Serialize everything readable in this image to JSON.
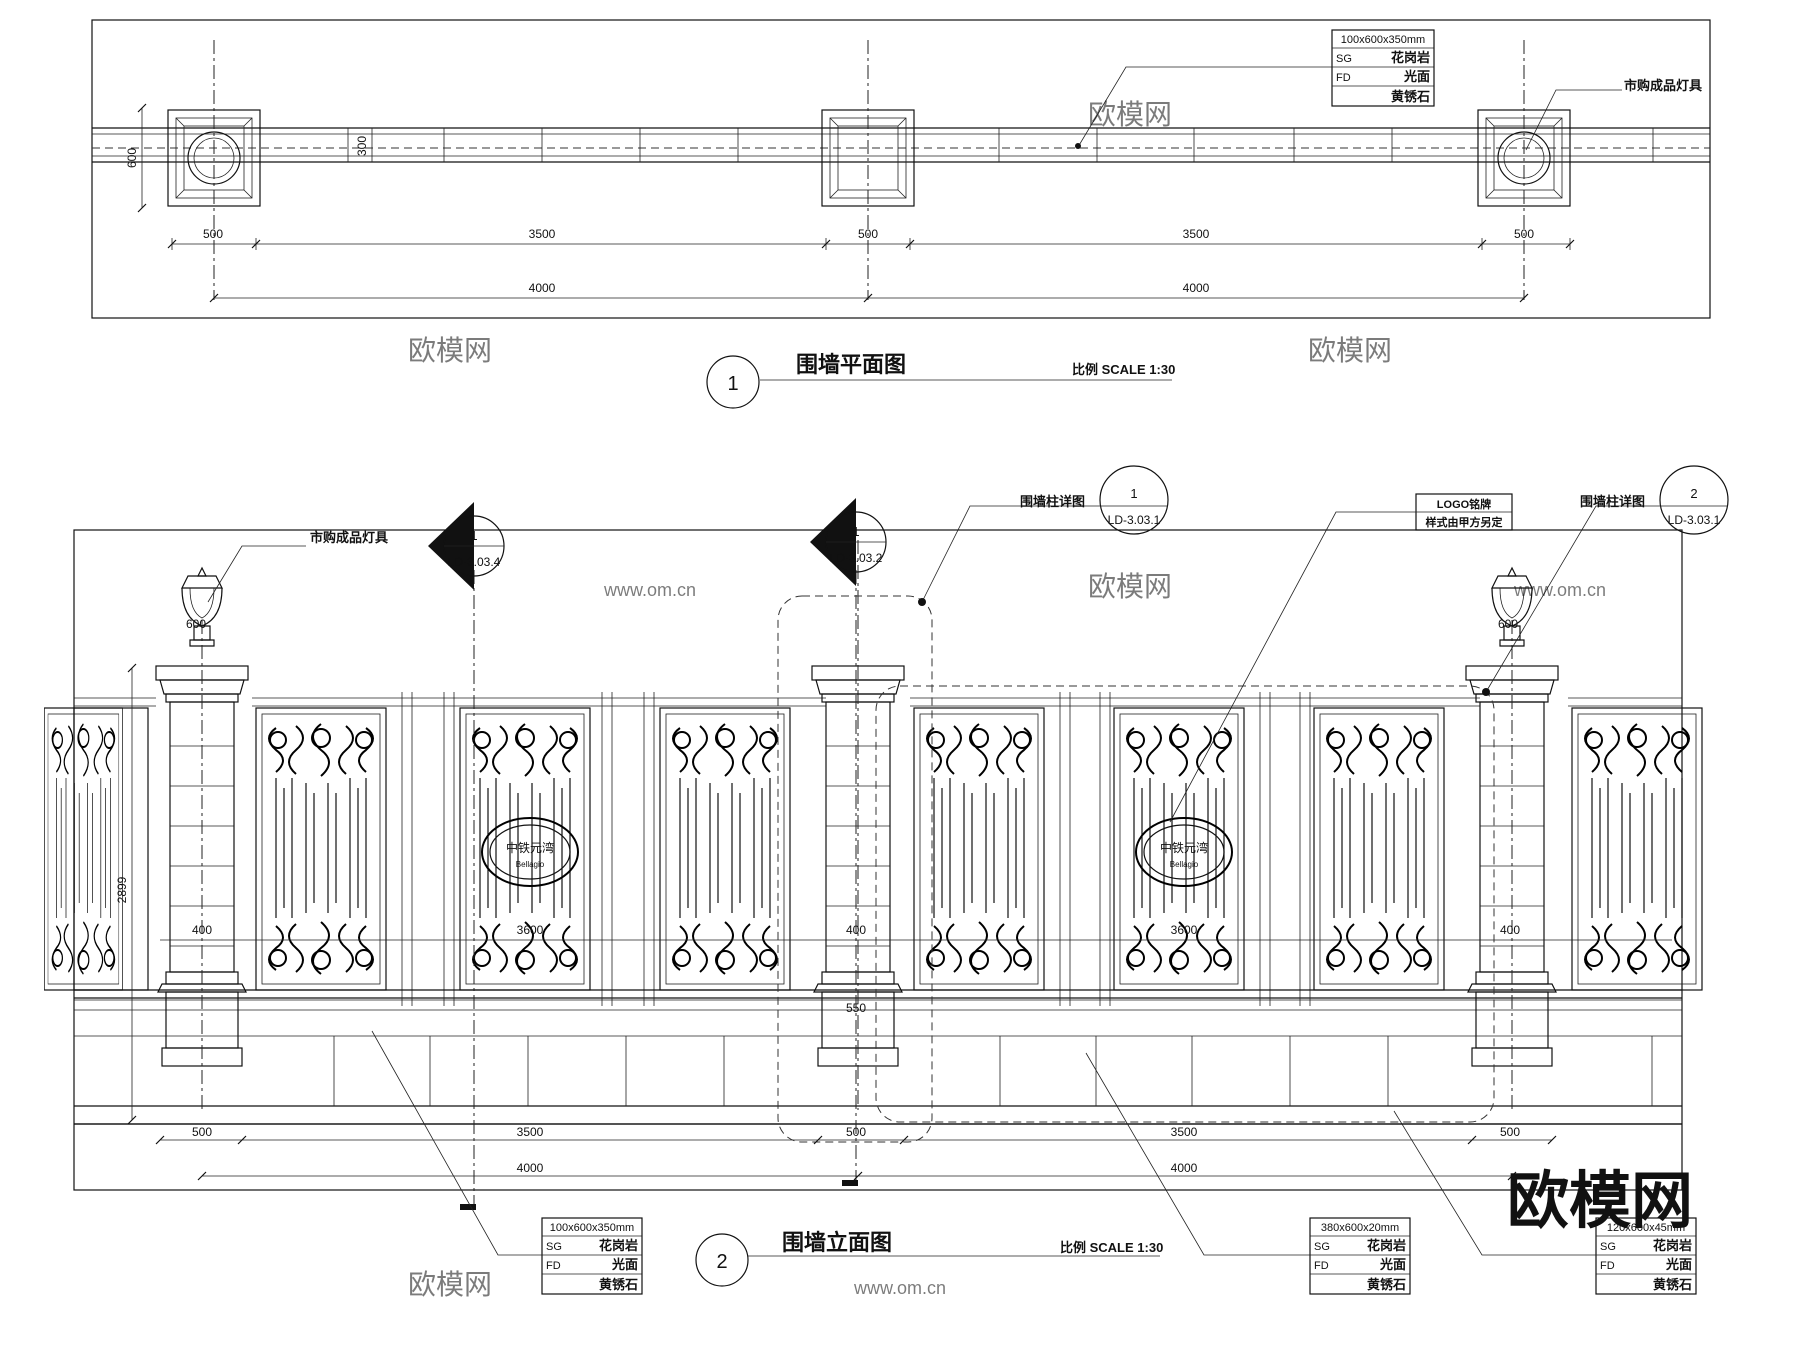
{
  "plan": {
    "title": "围墙平面图",
    "number": "1",
    "scale": "比例 SCALE 1:30",
    "dims": {
      "pier": "500",
      "span": "3500",
      "bay": "4000",
      "wall_h": "300",
      "pier_h": "600"
    },
    "lamp_note": "市购成品灯具",
    "material": {
      "size": "100x600x350mm",
      "rows": [
        [
          "SG",
          "花岗岩"
        ],
        [
          "FD",
          "光面"
        ],
        [
          "",
          "黄锈石"
        ]
      ]
    }
  },
  "elevation": {
    "title": "围墙立面图",
    "number": "2",
    "scale": "比例 SCALE 1:30",
    "lamp_note": "市购成品灯具",
    "logo_note": [
      "LOGO铭牌",
      "样式由甲方另定"
    ],
    "column_detail_label": "围墙柱详图",
    "callouts": [
      {
        "num": "1",
        "ref": "LD-3.03.4"
      },
      {
        "num": "1",
        "ref": "LD-3.03.2"
      },
      {
        "num": "1",
        "ref": "LD-3.03.1"
      },
      {
        "num": "2",
        "ref": "LD-3.03.1"
      }
    ],
    "dims": {
      "lamp": "600",
      "height": "2899",
      "pier_top": "400",
      "panel": "3600",
      "pier_base": "550",
      "pier": "500",
      "span": "3500",
      "bay": "4000"
    },
    "plaque_text": "中铁元湾",
    "plaque_sub": "Bellagio",
    "materials": [
      {
        "size": "100x600x350mm",
        "rows": [
          [
            "SG",
            "花岗岩"
          ],
          [
            "FD",
            "光面"
          ],
          [
            "",
            "黄锈石"
          ]
        ]
      },
      {
        "size": "380x600x20mm",
        "rows": [
          [
            "SG",
            "花岗岩"
          ],
          [
            "FD",
            "光面"
          ],
          [
            "",
            "黄锈石"
          ]
        ]
      },
      {
        "size": "120x600x45mm",
        "rows": [
          [
            "SG",
            "花岗岩"
          ],
          [
            "FD",
            "光面"
          ],
          [
            "",
            "黄锈石"
          ]
        ]
      }
    ]
  },
  "watermark": {
    "text": "欧模网",
    "url": "www.om.cn"
  }
}
